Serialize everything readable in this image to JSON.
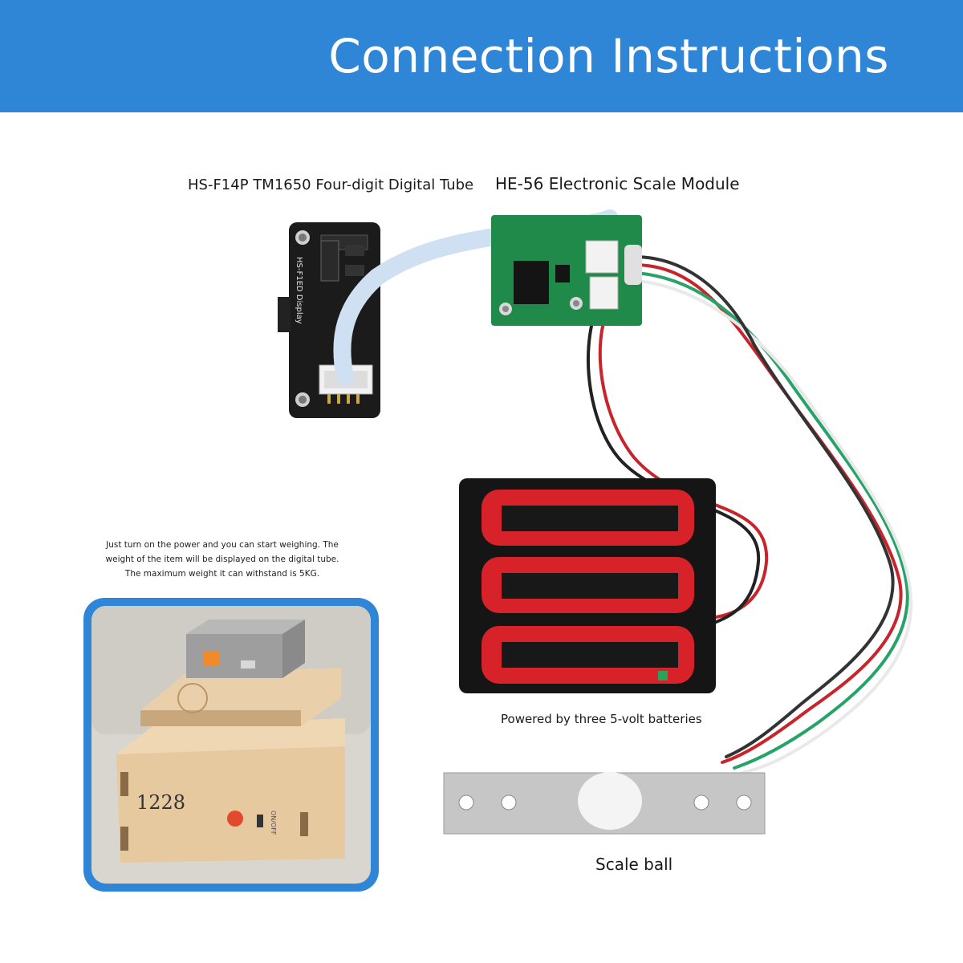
{
  "header": {
    "title": "Connection Instructions"
  },
  "labels": {
    "digital_tube": "HS-F14P TM1650 Four-digit Digital Tube",
    "scale_module": "HE-56 Electronic Scale Module",
    "batteries": "Powered by three 5-volt batteries",
    "scale_ball": "Scale ball"
  },
  "note": {
    "line1": "Just turn on the power and you can start weighing. The",
    "line2": "weight of the item will be displayed on the digital tube.",
    "line3": "The maximum weight it can withstand is 5KG."
  },
  "photo": {
    "display_reading": "1228",
    "switch_label": "ON/OFF"
  },
  "board_silkscreen": {
    "display_board": "HS-F1ED Display"
  },
  "colors": {
    "header": "#2f86d6",
    "photo_frame": "#2f86d6",
    "battery_red": "#d8222a",
    "pcb_green": "#1f8a4a",
    "pcb_black": "#1b1b1b"
  }
}
